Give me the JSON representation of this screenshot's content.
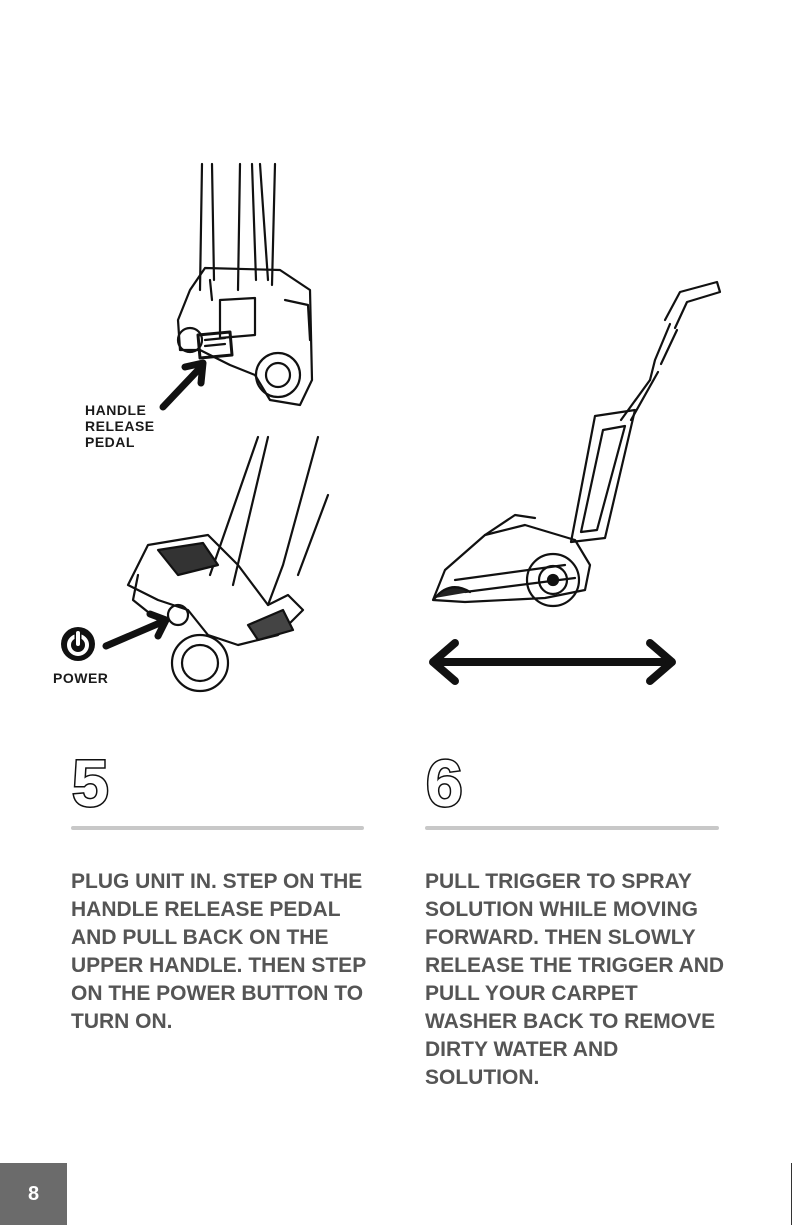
{
  "labels": {
    "handle_release": "HANDLE\nRELEASE\nPEDAL",
    "power": "POWER"
  },
  "steps": [
    {
      "number": "5",
      "text": "PLUG UNIT IN. STEP ON THE HANDLE RELEASE PEDAL AND PULL BACK ON THE UPPER HANDLE. THEN STEP ON THE POWER BUTTON TO TURN ON."
    },
    {
      "number": "6",
      "text": "PULL TRIGGER TO SPRAY SOLUTION WHILE MOVING FORWARD. THEN SLOWLY RELEASE THE TRIGGER AND PULL YOUR CARPET WASHER BACK TO REMOVE DIRTY WATER AND SOLUTION."
    }
  ],
  "page_number": "8",
  "icons": {
    "power": "power-icon",
    "arrow": "arrow-icon",
    "double_arrow": "double-arrow-icon"
  }
}
